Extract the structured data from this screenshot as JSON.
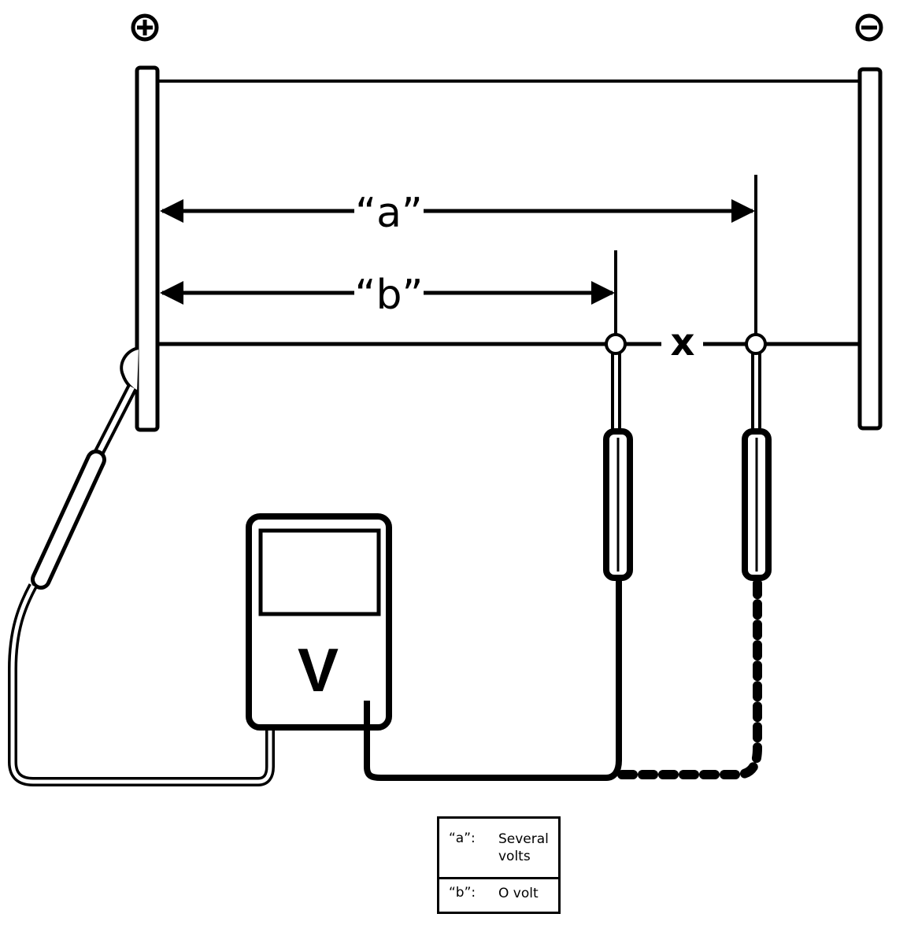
{
  "diagram": {
    "plus_symbol": "+",
    "minus_symbol": "−",
    "label_a": "“a”",
    "label_b": "“b”",
    "label_x": "x",
    "meter_label": "V"
  },
  "legend": {
    "rows": [
      {
        "key": "“a”:",
        "value": "Several volts"
      },
      {
        "key": "“b”:",
        "value": "O volt"
      }
    ]
  },
  "colors": {
    "ink": "#000000",
    "paper": "#ffffff"
  }
}
